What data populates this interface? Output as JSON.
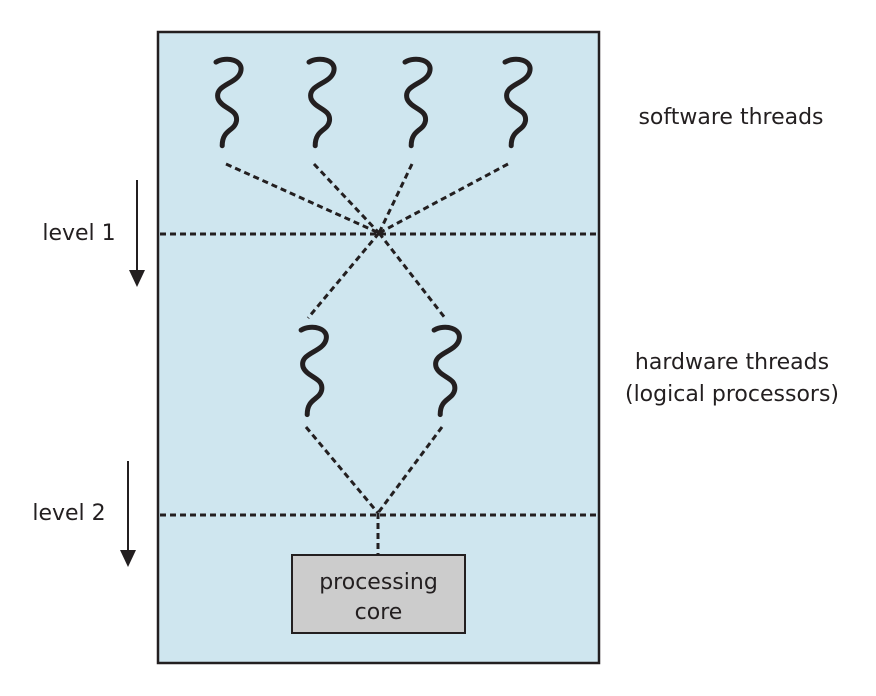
{
  "diagram": {
    "title": "Two levels of scheduling: software threads to hardware threads to processing core",
    "colors": {
      "background": "#cfe6ef",
      "border": "#231f20",
      "core_fill": "#cccccc",
      "ink": "#231f20"
    },
    "labels": {
      "software_threads": "software threads",
      "hardware_threads_line1": "hardware threads",
      "hardware_threads_line2": "(logical processors)",
      "level1": "level 1",
      "level2": "level 2",
      "core_line1": "processing",
      "core_line2": "core"
    },
    "software_threads": [
      {
        "id": "sw-thread-1",
        "icon": "thread-squiggle-icon"
      },
      {
        "id": "sw-thread-2",
        "icon": "thread-squiggle-icon"
      },
      {
        "id": "sw-thread-3",
        "icon": "thread-squiggle-icon"
      },
      {
        "id": "sw-thread-4",
        "icon": "thread-squiggle-icon"
      }
    ],
    "hardware_threads": [
      {
        "id": "hw-thread-1",
        "icon": "thread-squiggle-icon"
      },
      {
        "id": "hw-thread-2",
        "icon": "thread-squiggle-icon"
      }
    ],
    "levels": [
      {
        "name": "level 1",
        "maps": "software threads -> hardware threads"
      },
      {
        "name": "level 2",
        "maps": "hardware threads -> processing core"
      }
    ]
  }
}
